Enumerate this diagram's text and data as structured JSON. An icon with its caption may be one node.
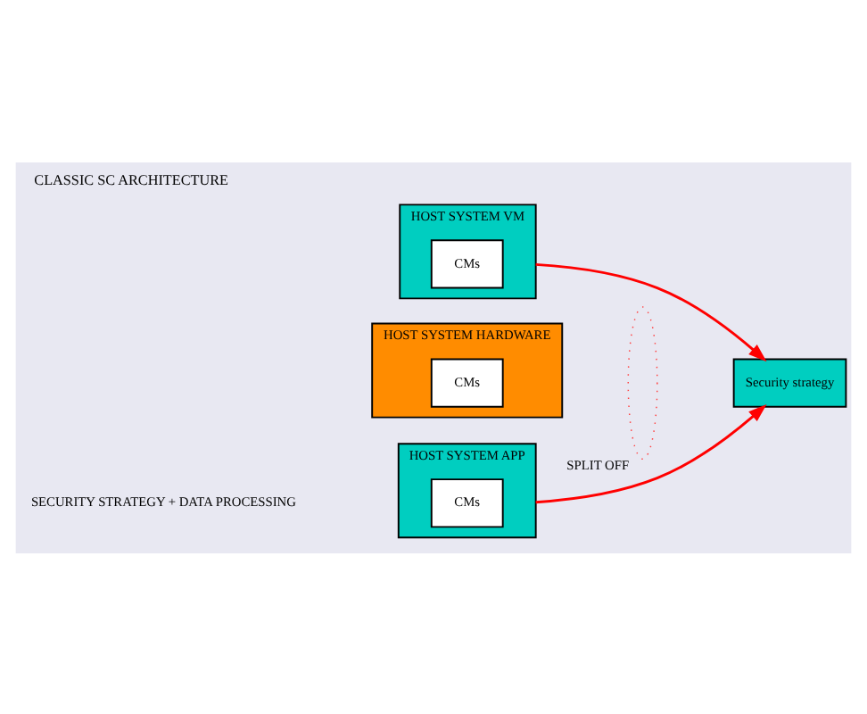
{
  "diagram": {
    "title": "CLASSIC SC ARCHITECTURE",
    "nodes": [
      {
        "text": [
          "HOST SYSTEM APP"
        ]
      },
      {
        "text": [
          "CMs"
        ],
        "in": 0
      },
      {
        "text": [
          "HOST SYSTEM VM"
        ]
      },
      {
        "text": [
          "CMs"
        ],
        "in": 2
      },
      {
        "text": [
          "HOST SYSTEM HARDWARE"
        ]
      },
      {
        "text": [
          "CMs"
        ],
        "in": 4
      },
      {
        "text": [
          "Security strategy"
        ]
      },
      {
        "text": [],
        "shape": "ellipse",
        "beside": [
          "SPLIT OFF"
        ]
      }
    ],
    "edges": [
      {
        "from": 0,
        "to": 6,
        "arrow": "to"
      },
      {
        "from": 2,
        "to": 6,
        "arrow": "to"
      }
    ],
    "labels": [
      "SECURITY STRATEGY + DATA PROCESSING"
    ]
  }
}
